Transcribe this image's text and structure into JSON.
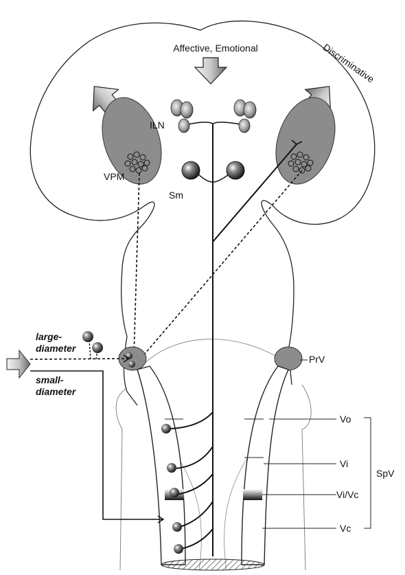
{
  "labels": {
    "affective": "Affective, Emotional",
    "discriminative": "Discriminative",
    "iln": "ILN",
    "vpm": "VPM",
    "sm": "Sm",
    "prv": "PrV",
    "large_diameter_1": "large-",
    "large_diameter_2": "diameter",
    "small_diameter_1": "small-",
    "small_diameter_2": "diameter",
    "vo": "Vo",
    "vi": "Vi",
    "vi_vc": "Vi/Vc",
    "vc": "Vc",
    "spv": "SpV"
  }
}
